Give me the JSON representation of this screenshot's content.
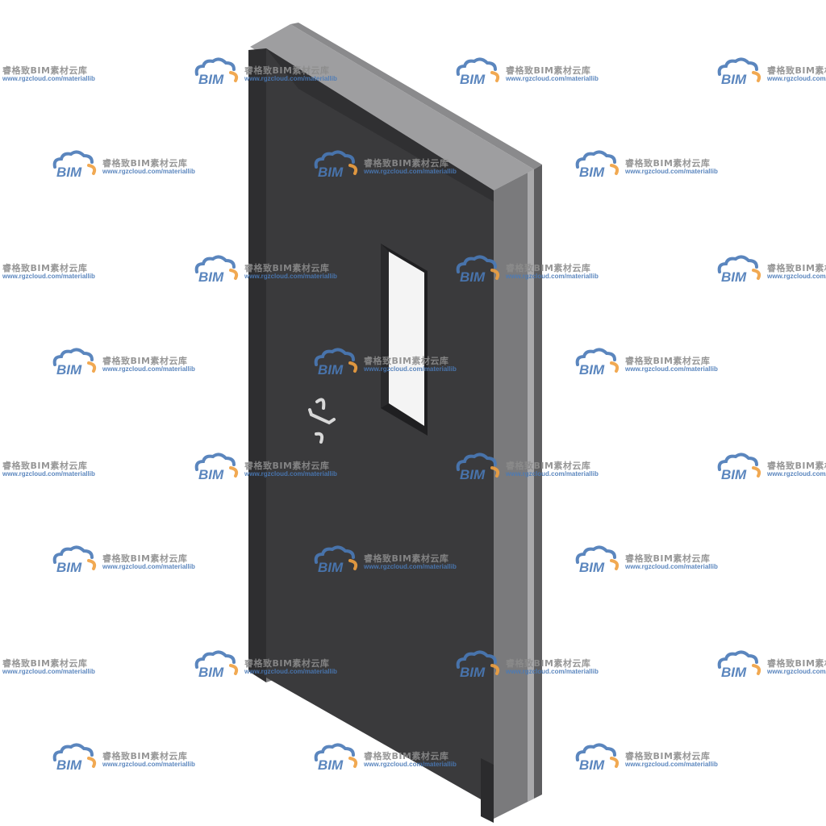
{
  "watermark": {
    "logo_text": "BIM",
    "title": "睿格致BIM素材云库",
    "url": "www.rgzcloud.com/materiallib",
    "logo_color": "#4a7ab8",
    "logo_accent_color": "#f0a040"
  },
  "door": {
    "panel_color": "#3a3a3c",
    "frame_color": "#7a7a7c",
    "frame_light_color": "#a9a9ab",
    "glass_color": "#f4f4f4"
  }
}
